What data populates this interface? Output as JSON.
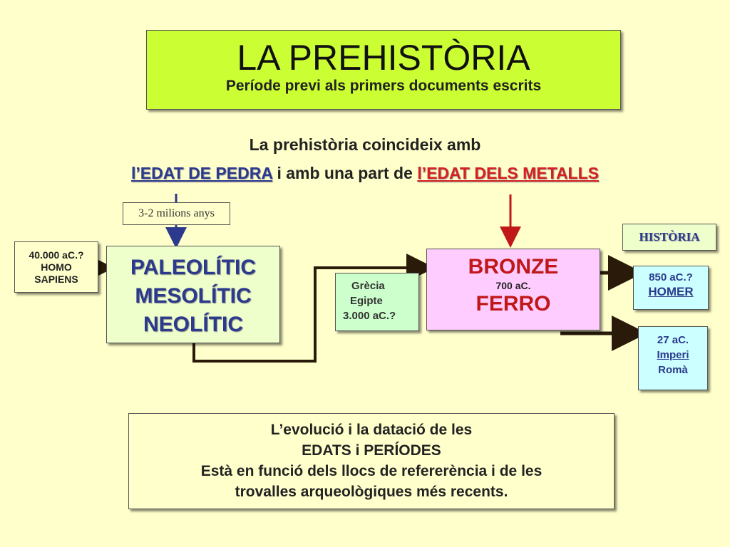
{
  "title": {
    "main": "LA PREHISTÒRIA",
    "subtitle": "Període previ als primers documents escrits"
  },
  "intro": {
    "line1": "La prehistòria coincideix amb",
    "line2_part1": "l’EDAT DE PEDRA",
    "line2_part2": " i amb una part de ",
    "line2_part3": "l’EDAT DELS METALLS"
  },
  "stone_age": {
    "duration": "3-2 milions anys",
    "origin": [
      "40.000 aC.?",
      "HOMO",
      "SAPIENS"
    ],
    "periods": [
      "PALEOLÍTIC",
      "MESOLÍTIC",
      "NEOLÍTIC"
    ]
  },
  "early_civilizations": [
    "Grècia",
    "Egipte",
    "3.000 aC.?"
  ],
  "metal_age": {
    "bronze": "BRONZE",
    "bronze_date": "700 aC.",
    "iron": "FERRO"
  },
  "history": {
    "label": "HISTÒRIA",
    "homer": {
      "date": "850 aC.?",
      "name": "HOMER"
    },
    "rome": {
      "date": "27 aC.",
      "line1": "Imperi",
      "line2": "Romà"
    }
  },
  "note": [
    "L’evolució i la datació de les",
    "EDATS i PERÍODES",
    "Està en funció dels llocs de refererència i de les",
    "trovalles arqueològiques més recents."
  ],
  "colors": {
    "background": "#ffffcc",
    "title_box": "#ccff33",
    "stone_text": "#2b3a8c",
    "metal_text": "#c01818",
    "metal_box": "#ffccff",
    "history_box": "#ccffff",
    "connector": "#2a1a0a",
    "stone_arrow": "#2b3a8c",
    "metal_arrow": "#c01818"
  }
}
